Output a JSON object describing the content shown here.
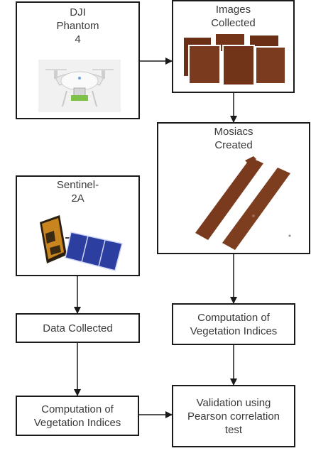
{
  "nodes": {
    "dji": {
      "lines": [
        "DJI",
        "Phantom",
        "4"
      ]
    },
    "images": {
      "lines": [
        "Images",
        "Collected"
      ]
    },
    "mosaics": {
      "lines": [
        "Mosiacs",
        "Created"
      ]
    },
    "sentinel": {
      "lines": [
        "Sentinel-",
        "2A"
      ]
    },
    "data_collected": {
      "lines": [
        "Data Collected"
      ]
    },
    "vi_uav": {
      "lines": [
        "Computation of",
        "Vegetation Indices"
      ]
    },
    "vi_sat": {
      "lines": [
        "Computation of",
        "Vegetation Indices"
      ]
    },
    "validation": {
      "lines": [
        "Validation using",
        "Pearson correlation",
        "test"
      ]
    }
  },
  "colors": {
    "border": "#1a1a1a",
    "text": "#3a3a3a",
    "field": "#7a3a1e",
    "panel": "#2c3fa0",
    "satellite_body": "#c8841e"
  }
}
